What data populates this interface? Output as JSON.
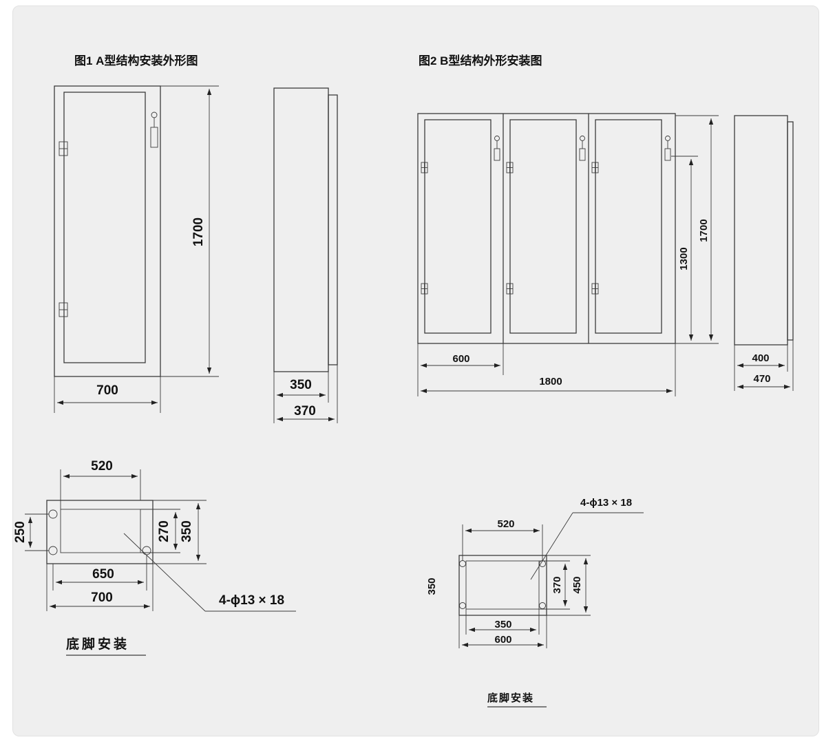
{
  "figure_a": {
    "title": "图1  A型结构安装外形图",
    "dims": {
      "width": "700",
      "height": "1700",
      "depth_inner": "350",
      "depth_outer": "370"
    },
    "base": {
      "w520": "520",
      "w650": "650",
      "w700": "700",
      "h250": "250",
      "h270": "270",
      "h350": "350",
      "hole_spec": "4-ϕ13 × 18",
      "label": "底脚安装"
    }
  },
  "figure_b": {
    "title": "图2  B型结构外形安装图",
    "dims": {
      "width_unit": "600",
      "width_total": "1800",
      "height": "1700",
      "height_inner": "1300",
      "depth_inner": "400",
      "depth_outer": "470"
    },
    "base": {
      "w520": "520",
      "w350": "350",
      "w600": "600",
      "h350": "350",
      "h370": "370",
      "h450": "450",
      "hole_spec": "4-ϕ13 × 18",
      "label": "底脚安装"
    }
  }
}
